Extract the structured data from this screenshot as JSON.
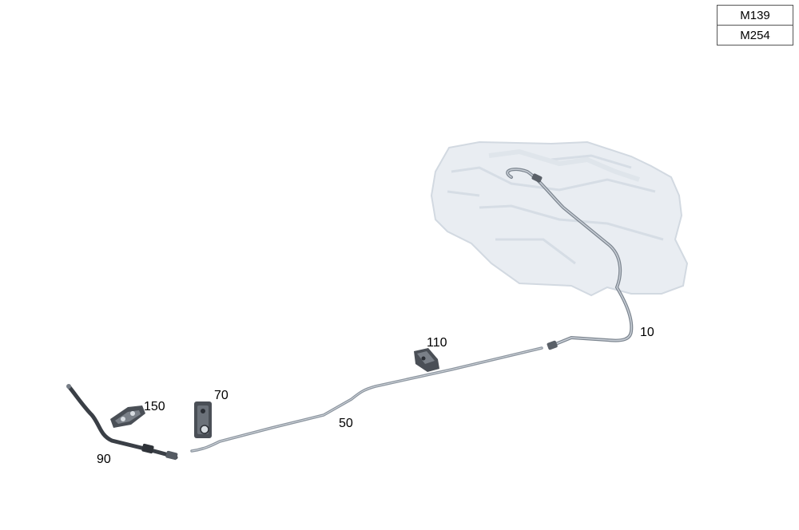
{
  "model_codes": [
    "M139",
    "M254"
  ],
  "callouts": {
    "line_front": "10",
    "line_main": "50",
    "clip_a": "70",
    "line_rear": "90",
    "holder_a": "110",
    "holder_b": "150"
  },
  "colors": {
    "tank_fill": "#e9edf2",
    "tank_edge": "#d2d9e1",
    "line_stroke": "#7d8690",
    "hose_stroke": "#3a3f46",
    "clip_fill": "#4a4f56"
  }
}
